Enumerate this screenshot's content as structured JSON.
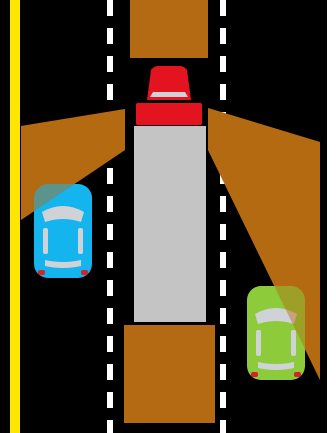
{
  "colors": {
    "road": "#000000",
    "shoulder": "#ffffff",
    "edge_line": "#ffe600",
    "lane_marking": "#ffffff",
    "blind_zone": "#b46a12",
    "trailer": "#c4c4c4",
    "cab": "#e3141f",
    "car_left": "#14b4ef",
    "car_right": "#8dcb3a",
    "window": "#cfd3d8",
    "tail_light": "#d0242b"
  },
  "vehicles": {
    "truck": {
      "parts": [
        "cab",
        "trailer"
      ]
    },
    "car_left": {
      "icon": "car-icon",
      "in_blind_zone": true
    },
    "car_right": {
      "icon": "car-icon",
      "in_blind_zone": true
    }
  },
  "blind_zones": [
    "front",
    "rear",
    "left-side",
    "right-side"
  ]
}
